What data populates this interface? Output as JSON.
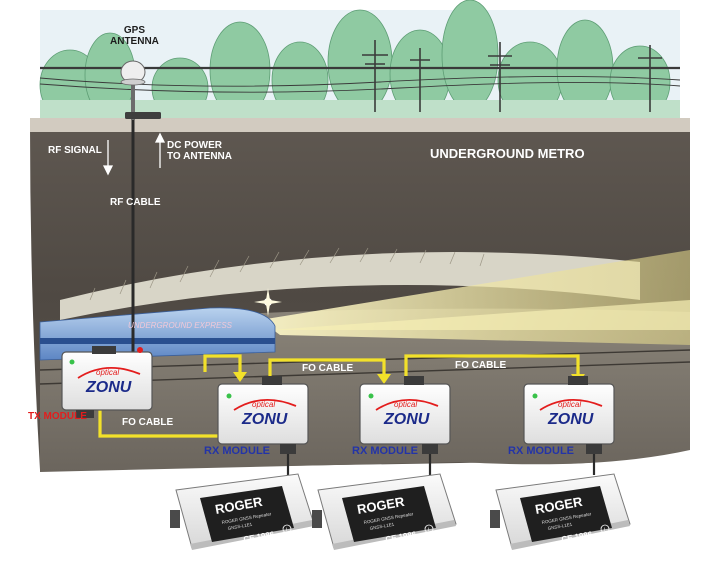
{
  "labels": {
    "gps_antenna": "GPS\nANTENNA",
    "rf_signal": "RF SIGNAL",
    "dc_power": "DC POWER\nTO ANTENNA",
    "underground_metro": "UNDERGROUND METRO",
    "rf_cable": "RF CABLE",
    "train_name": "UNDERGROUND EXPRESS",
    "fo_cable_1": "FO CABLE",
    "fo_cable_2": "FO CABLE",
    "fo_cable_3": "FO CABLE",
    "tx_module": "TX MODULE",
    "rx_module_1": "RX MODULE",
    "rx_module_2": "RX MODULE",
    "rx_module_3": "RX MODULE"
  },
  "module": {
    "logo_small": "optical",
    "logo_big": "ZONU"
  },
  "repeater": {
    "brand": "ROGER",
    "model_line1": "ROGER GNSS Repeater",
    "model_line2": "GNSS-L1E1",
    "ce_mark": "CE 1986",
    "info_mark": "i"
  },
  "colors": {
    "sky": "#e8f2f6",
    "trees": "#8cc9a0",
    "tunnel": "#564f48",
    "yellow_cable": "#f2e12a",
    "blue_label": "#2334a8",
    "red_label": "#e31d1d"
  }
}
